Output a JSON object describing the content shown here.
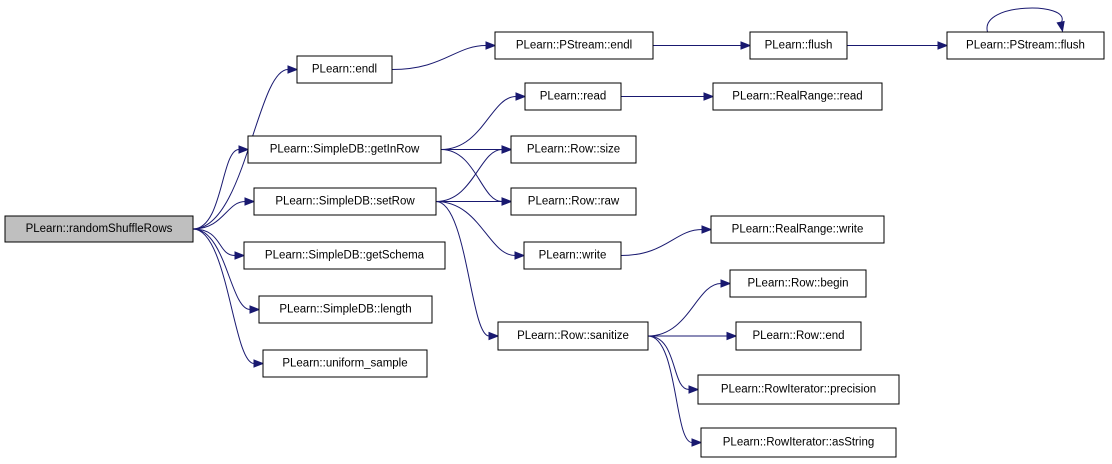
{
  "colors": {
    "edge": "#191970",
    "node_border": "#000000",
    "node_fill": "#ffffff",
    "root_fill": "#bfbfbf"
  },
  "nodes": {
    "random_shuffle_rows": "PLearn::randomShuffleRows",
    "endl": "PLearn::endl",
    "pstream_endl": "PLearn::PStream::endl",
    "flush": "PLearn::flush",
    "pstream_flush": "PLearn::PStream::flush",
    "read": "PLearn::read",
    "realrange_read": "PLearn::RealRange::read",
    "getinrow": "PLearn::SimpleDB::getInRow",
    "row_size": "PLearn::Row::size",
    "setrow": "PLearn::SimpleDB::setRow",
    "row_raw": "PLearn::Row::raw",
    "write": "PLearn::write",
    "realrange_write": "PLearn::RealRange::write",
    "getschema": "PLearn::SimpleDB::getSchema",
    "row_begin": "PLearn::Row::begin",
    "length": "PLearn::SimpleDB::length",
    "row_sanitize": "PLearn::Row::sanitize",
    "row_end": "PLearn::Row::end",
    "uniform_sample": "PLearn::uniform_sample",
    "rowiterator_precision": "PLearn::RowIterator::precision",
    "rowiterator_asstring": "PLearn::RowIterator::asString"
  },
  "edges": [
    [
      "random_shuffle_rows",
      "endl"
    ],
    [
      "random_shuffle_rows",
      "getinrow"
    ],
    [
      "random_shuffle_rows",
      "setrow"
    ],
    [
      "random_shuffle_rows",
      "getschema"
    ],
    [
      "random_shuffle_rows",
      "length"
    ],
    [
      "random_shuffle_rows",
      "uniform_sample"
    ],
    [
      "endl",
      "pstream_endl"
    ],
    [
      "pstream_endl",
      "flush"
    ],
    [
      "flush",
      "pstream_flush"
    ],
    [
      "pstream_flush",
      "pstream_flush"
    ],
    [
      "getinrow",
      "read"
    ],
    [
      "getinrow",
      "row_size"
    ],
    [
      "getinrow",
      "row_raw"
    ],
    [
      "read",
      "realrange_read"
    ],
    [
      "setrow",
      "row_size"
    ],
    [
      "setrow",
      "row_raw"
    ],
    [
      "setrow",
      "write"
    ],
    [
      "setrow",
      "row_sanitize"
    ],
    [
      "write",
      "realrange_write"
    ],
    [
      "row_sanitize",
      "row_begin"
    ],
    [
      "row_sanitize",
      "row_end"
    ],
    [
      "row_sanitize",
      "rowiterator_precision"
    ],
    [
      "row_sanitize",
      "rowiterator_asstring"
    ]
  ]
}
